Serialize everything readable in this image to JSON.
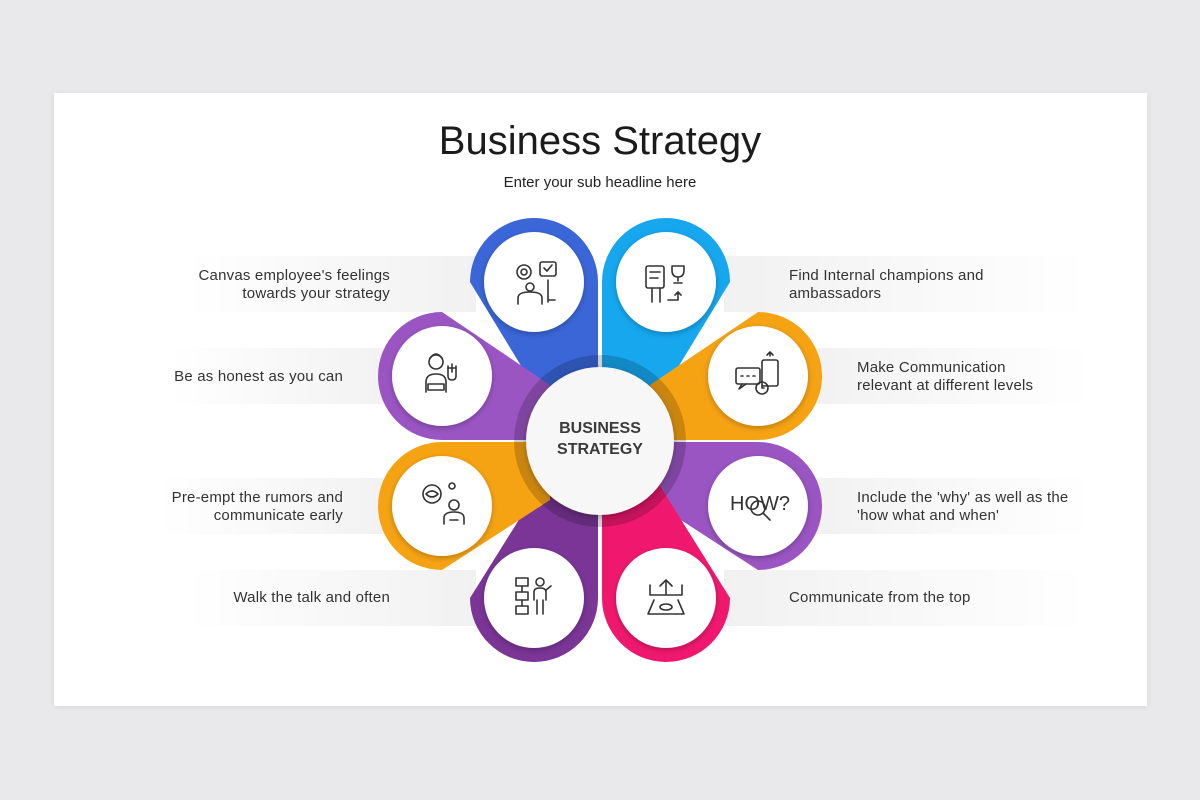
{
  "title": "Business Strategy",
  "subtitle": "Enter your sub headline here",
  "center": {
    "line1": "BUSINESS",
    "line2": "STRATEGY"
  },
  "petals": [
    {
      "label": "Canvas employee's feelings towards your strategy",
      "line1": "Canvas employee's feelings",
      "line2": "towards your strategy",
      "color": "#3a66d8",
      "icon": "strategy-person-icon"
    },
    {
      "label": "Find Internal champions and ambassadors",
      "line1": "Find Internal champions and",
      "line2": "ambassadors",
      "color": "#16a7ef",
      "icon": "trophy-board-icon"
    },
    {
      "label": "Make Communication relevant at different levels",
      "line1": "Make Communication",
      "line2": "relevant at different levels",
      "color": "#f6a313",
      "icon": "chat-devices-icon"
    },
    {
      "label": "Include the 'why' as well as the 'how what and when'",
      "line1": "Include the 'why' as well as the",
      "line2": "'how what and when'",
      "color": "#9a55c3",
      "icon": "how-magnifier-icon"
    },
    {
      "label": "Communicate from the top",
      "line1": "Communicate from the top",
      "line2": "",
      "color": "#f0186e",
      "icon": "upload-podium-icon"
    },
    {
      "label": "Walk the talk and often",
      "line1": "Walk the talk and often",
      "line2": "",
      "color": "#7a3596",
      "icon": "presenter-icon"
    },
    {
      "label": "Pre-empt the rumors and communicate early",
      "line1": "Pre-empt the rumors and",
      "line2": "communicate early",
      "color": "#f6a313",
      "icon": "speech-person-icon"
    },
    {
      "label": "Be as honest as you can",
      "line1": "Be as honest as you can",
      "line2": "",
      "color": "#9a55c3",
      "icon": "oath-person-icon"
    }
  ]
}
